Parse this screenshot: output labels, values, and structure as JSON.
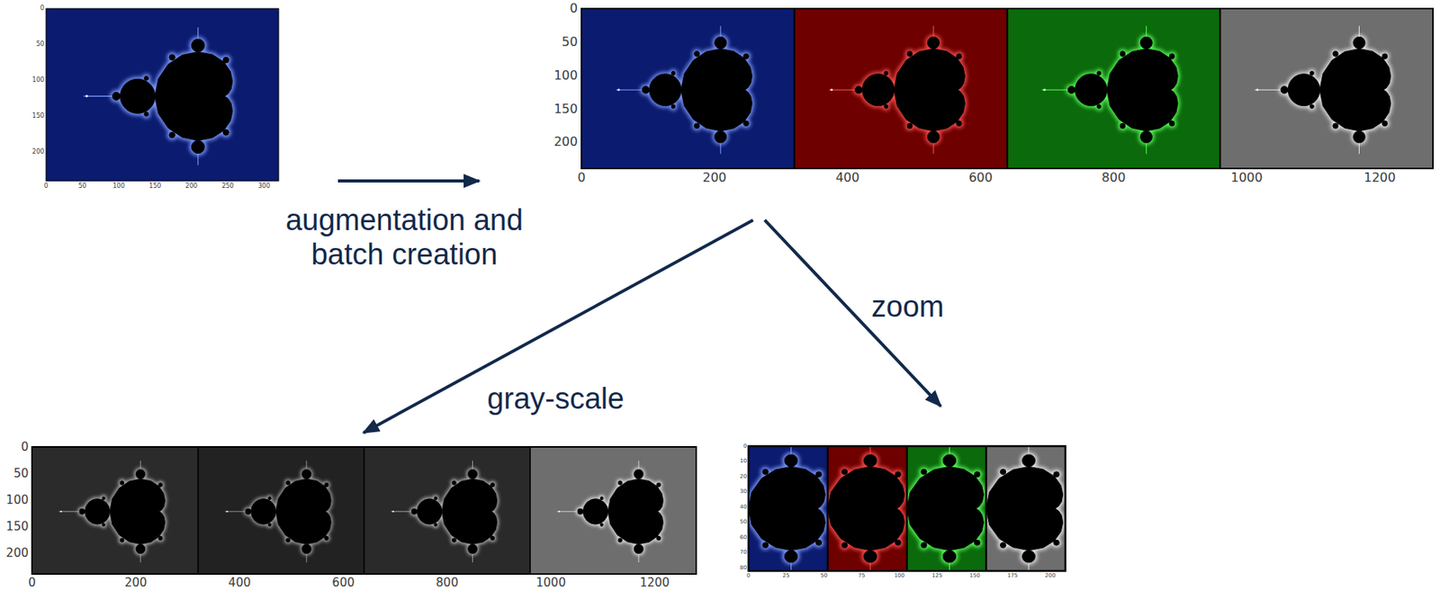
{
  "diagram": {
    "nodes": [
      {
        "text": [
          "0",
          "50",
          "100",
          "150",
          "200",
          "0",
          "50",
          "100",
          "150",
          "200",
          "250",
          "300"
        ]
      },
      {
        "text": [
          "0",
          "50",
          "100",
          "150",
          "200",
          "0",
          "200",
          "400",
          "600",
          "800",
          "1000",
          "1200"
        ]
      },
      {
        "text": [
          "0",
          "50",
          "100",
          "150",
          "200",
          "0",
          "200",
          "400",
          "600",
          "800",
          "1000",
          "1200"
        ]
      },
      {
        "text": [
          "0",
          "10",
          "20",
          "30",
          "40",
          "50",
          "60",
          "70",
          "80",
          "0",
          "25",
          "50",
          "75",
          "100",
          "125",
          "150",
          "175",
          "200"
        ]
      }
    ],
    "edges": [
      {
        "from": 0,
        "to": 1,
        "arrow": "to",
        "label": "augmentation and batch creation"
      },
      {
        "from": 1,
        "to": 2,
        "arrow": "to",
        "label": "gray-scale"
      },
      {
        "from": 1,
        "to": 3,
        "arrow": "to",
        "label": "zoom"
      }
    ]
  }
}
